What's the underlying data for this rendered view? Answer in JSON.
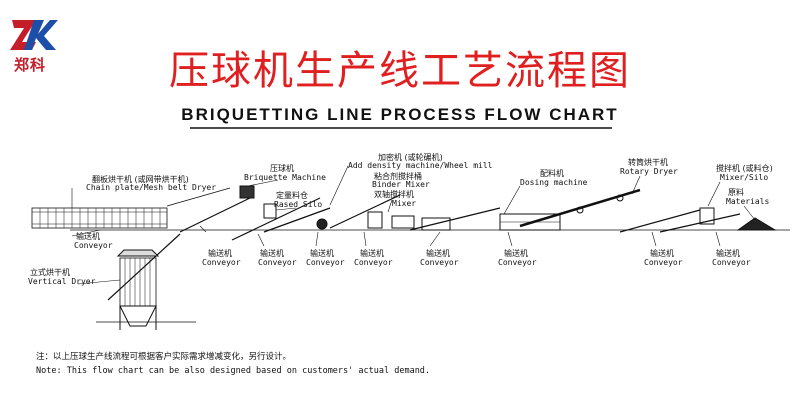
{
  "logo": {
    "text": "郑科"
  },
  "title_cn": "压球机生产线工艺流程图",
  "title_en": "BRIQUETTING LINE PROCESS FLOW CHART",
  "labels": {
    "dryer_cn": "翻板烘干机 (或网带烘干机)",
    "dryer_en": "Chain plate/Mesh belt Dryer",
    "briquette_cn": "压球机",
    "briquette_en": "Briquette Machine",
    "silo_cn": "定量料仓",
    "silo_en": "Rased Silo",
    "density_cn": "加密机 (或轮碾机)",
    "density_en": "Add density machine/Wheel mill",
    "binder_cn": "粘合剂搅拌桶",
    "binder_en": "Binder Mixer",
    "mixer_cn": "双轴搅拌机",
    "mixer_en": "Mixer",
    "dosing_cn": "配料机",
    "dosing_en": "Dosing machine",
    "rotary_cn": "转筒烘干机",
    "rotary_en": "Rotary Dryer",
    "mixersilo_cn": "搅拌机 (或料仓)",
    "mixersilo_en": "Mixer/Silo",
    "materials_cn": "原料",
    "materials_en": "Materials",
    "conv1_cn": "输送机",
    "conv1_en": "Conveyor",
    "conv2_cn": "输送机",
    "conv2_en": "Conveyor",
    "conv3_cn": "输送机",
    "conv3_en": "Conveyor",
    "conv4_cn": "输送机",
    "conv4_en": "Conveyor",
    "conv5_cn": "输送机",
    "conv5_en": "Conveyor",
    "conv6_cn": "输送机",
    "conv6_en": "Conveyor",
    "conv7_cn": "输送机",
    "conv7_en": "Conveyor",
    "conv8_cn": "输送机",
    "conv8_en": "Conveyor",
    "conv9_cn": "输送机",
    "conv9_en": "Conveyor",
    "vertical_cn": "立式烘干机",
    "vertical_en": "Vertical Dryer"
  },
  "notes": {
    "cn": "注：以上压球生产线流程可根据客户实际需求增减变化，另行设计。",
    "en": "Note: This flow chart can be also designed based on customers' actual demand."
  },
  "colors": {
    "title_red": "#e02020",
    "logo_red": "#c41e2a",
    "logo_blue": "#1e4fa8"
  }
}
